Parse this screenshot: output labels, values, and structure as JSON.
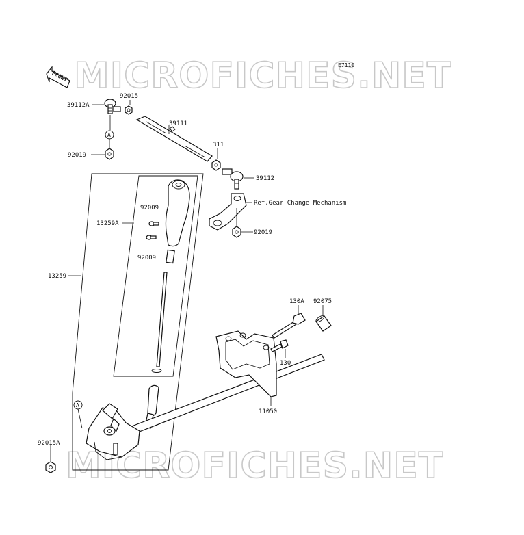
{
  "diagram_code": "E7110",
  "watermark_text": "MICROFICHES.NET",
  "front_label": "FRONT",
  "ref_marker": "A",
  "ref_note": "Ref.Gear Change Mechanism",
  "parts": {
    "p39112A": "39112A",
    "p92015": "92015",
    "p92019_top": "92019",
    "p39111": "39111",
    "p311": "311",
    "p39112": "39112",
    "p92019_right": "92019",
    "p92009_upper": "92009",
    "p13259A": "13259A",
    "p92009_lower": "92009",
    "p13259": "13259",
    "p130A": "130A",
    "p92075": "92075",
    "p130": "130",
    "p11050": "11050",
    "p92015A": "92015A"
  }
}
